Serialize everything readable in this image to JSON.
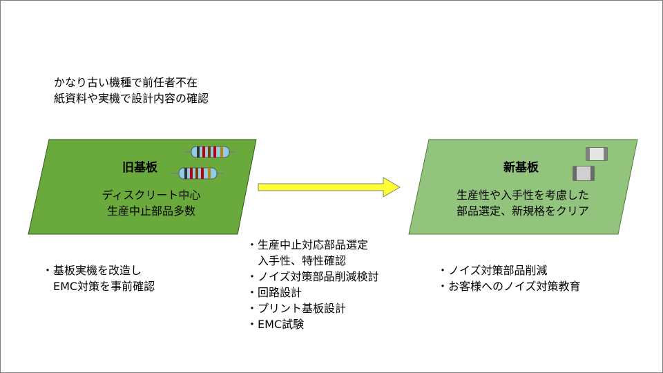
{
  "intro": {
    "line1": "かなり古い機種で前任者不在",
    "line2": "紙資料や実機で設計内容の確認"
  },
  "old_board": {
    "title": "旧基板",
    "line1": "ディスクリート中心",
    "line2": "生産中止部品多数",
    "fill_color": "#6aaa3c"
  },
  "new_board": {
    "title": "新基板",
    "line1": "生産性や入手性を考慮した",
    "line2": "部品選定、新規格をクリア",
    "fill_color": "#93c47d"
  },
  "arrow": {
    "fill_color": "#ffff33",
    "icon": "right-arrow-icon"
  },
  "left_notes": {
    "line1": "・基板実機を改造し",
    "line2": "　EMC対策を事前確認"
  },
  "mid_notes": {
    "line1": "・生産中止対応部品選定",
    "line2": "　入手性、特性確認",
    "line3": "・ノイズ対策部品削減検討",
    "line4": "・回路設計",
    "line5": "・プリント基板設計",
    "line6": "・EMC試験"
  },
  "right_notes": {
    "line1": "・ノイズ対策部品削減",
    "line2": "・お客様へのノイズ対策教育"
  }
}
